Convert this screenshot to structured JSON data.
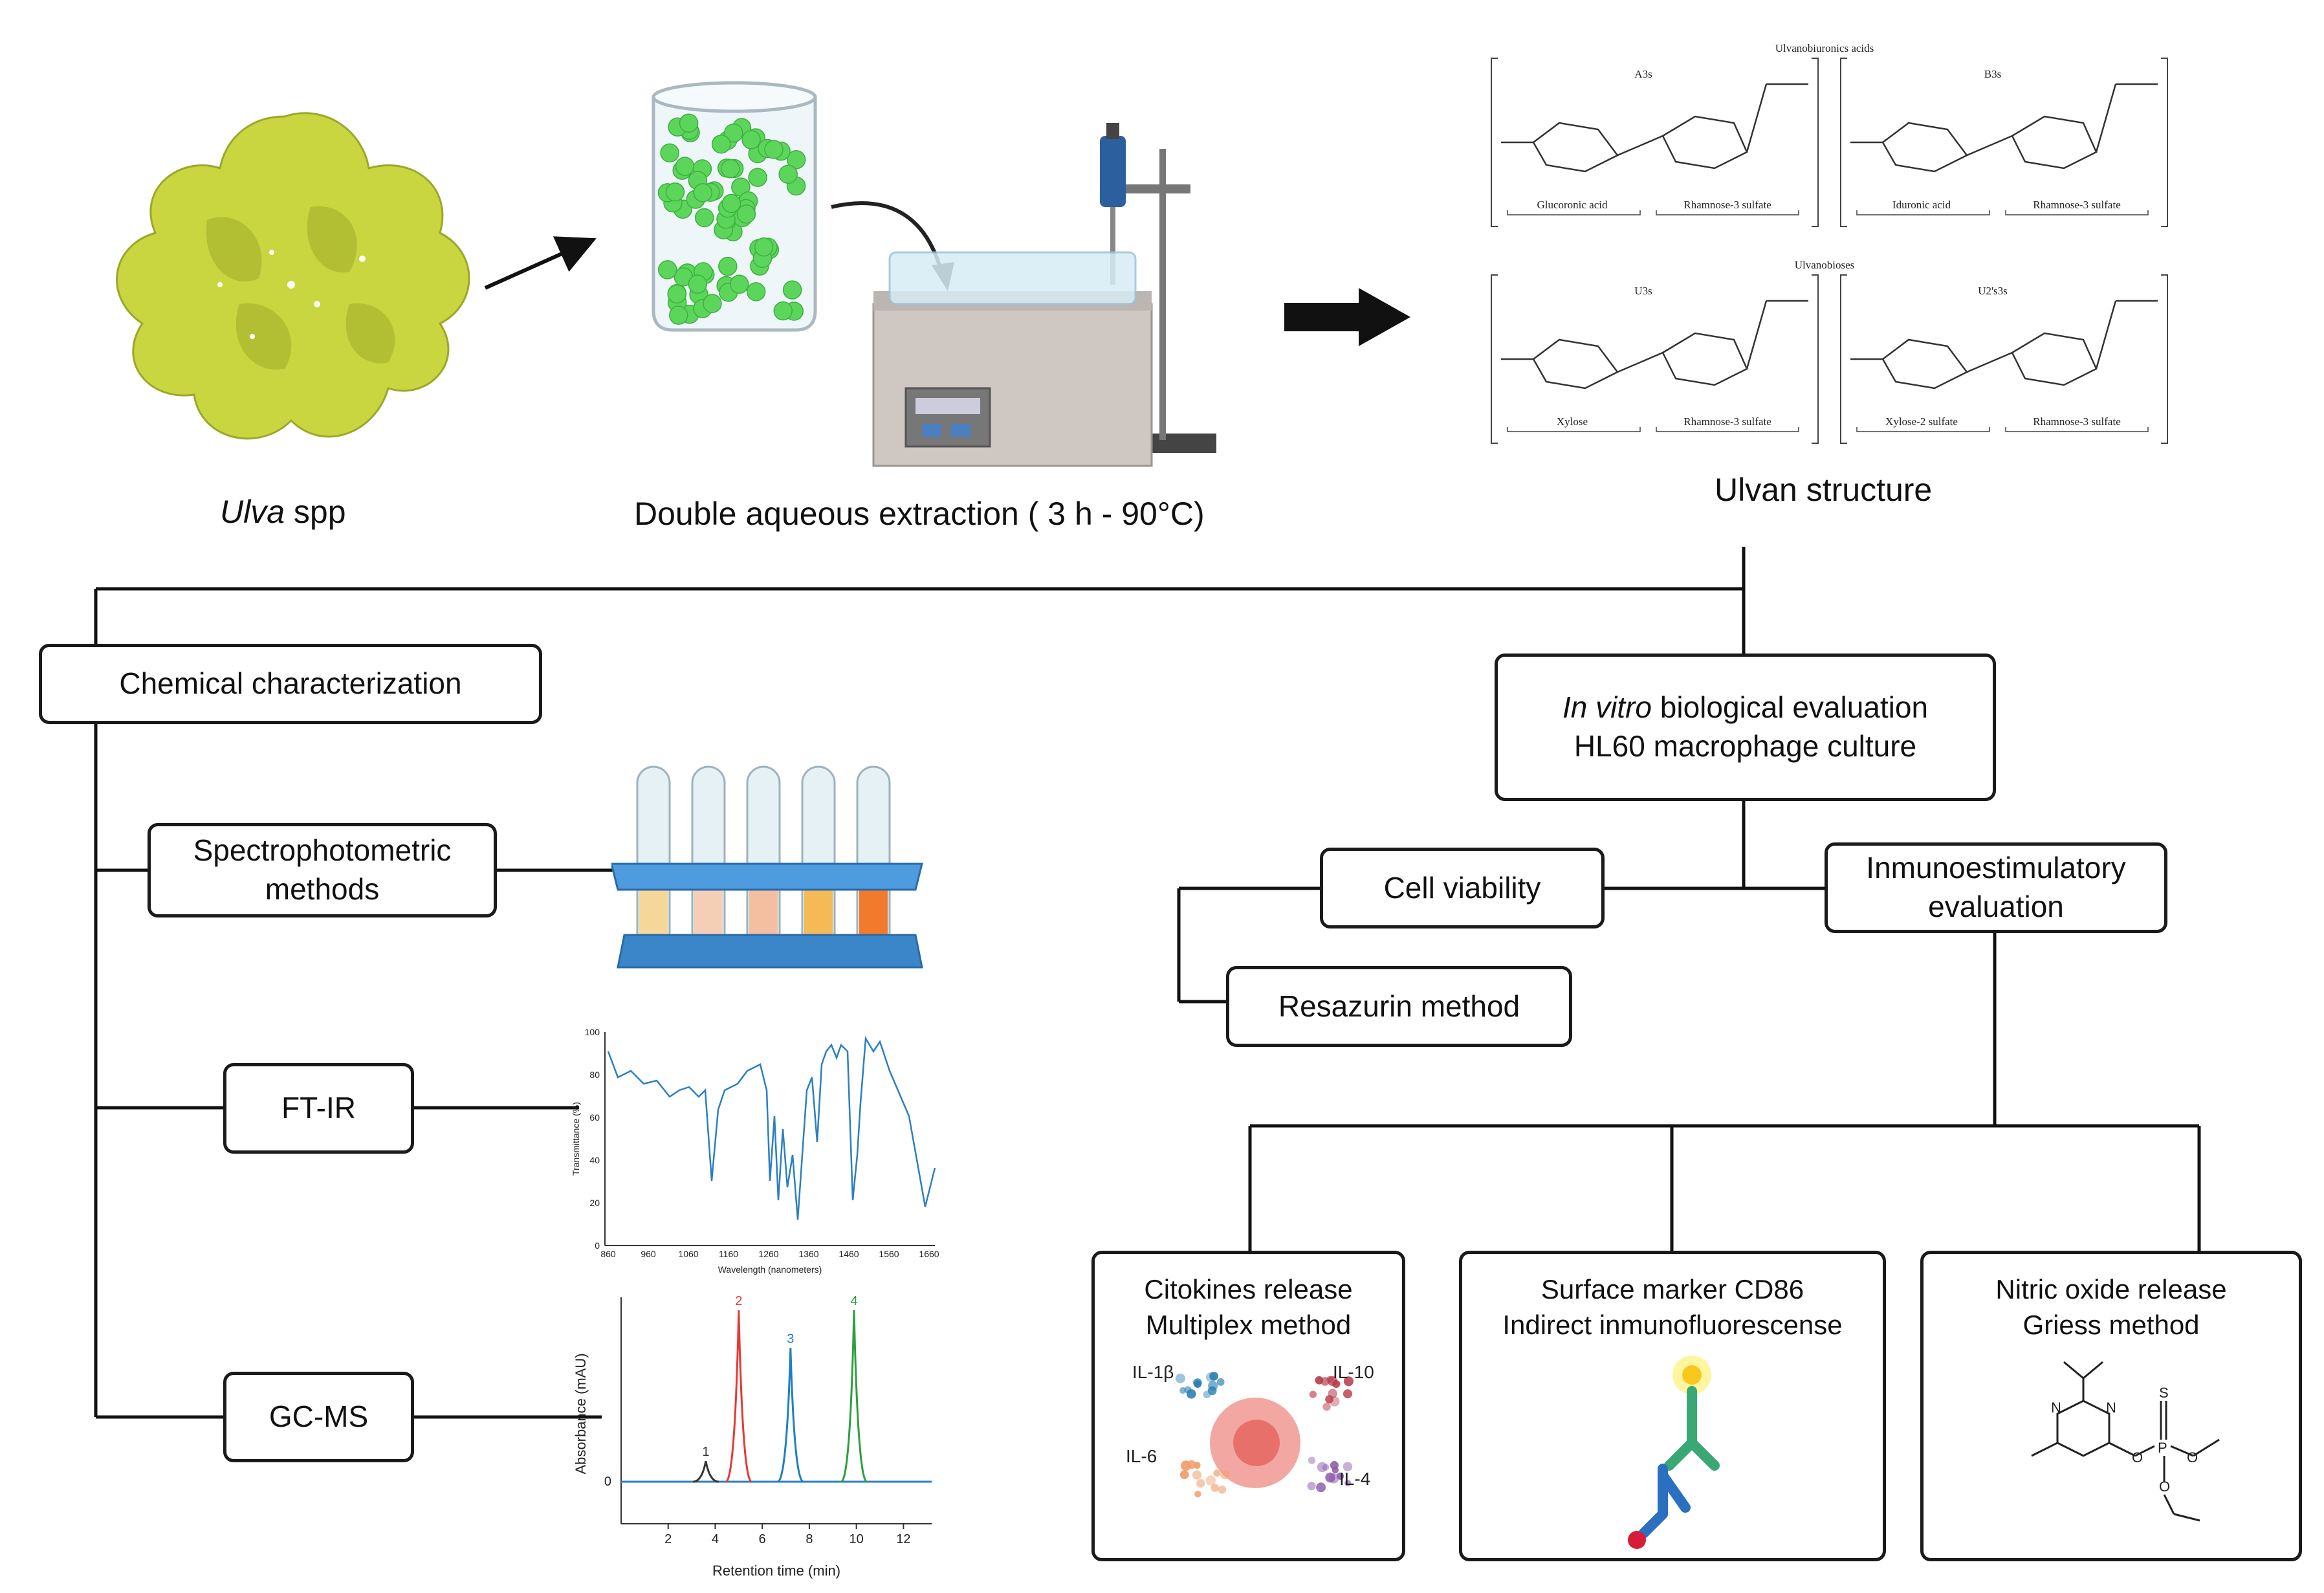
{
  "top": {
    "ulva_caption_italic": "Ulva",
    "ulva_caption_rest": " spp",
    "extraction_caption": "Double aqueous extraction ( 3 h - 90°C)",
    "structure_caption": "Ulvan structure",
    "structure": {
      "group1_title": "Ulvanobiuronics acids",
      "group2_title": "Ulvanobioses",
      "units": [
        {
          "code": "A3s",
          "left": "Glucoronic acid",
          "right": "Rhamnose-3 sulfate"
        },
        {
          "code": "B3s",
          "left": "Iduronic acid",
          "right": "Rhamnose-3 sulfate"
        },
        {
          "code": "U3s",
          "left": "Xylose",
          "right": "Rhamnose-3 sulfate"
        },
        {
          "code": "U2's3s",
          "left": "Xylose-2 sulfate",
          "right": "Rhamnose-3 sulfate"
        }
      ]
    }
  },
  "left": {
    "chem": "Chemical characterization",
    "spectro": "Spectrophotometric methods",
    "ftir": "FT-IR",
    "gcms": "GC-MS",
    "ftir_chart": {
      "xlabel": "Wavelength (nanometers)",
      "ylabel": "Transmittance (%)",
      "xticks": [
        "860",
        "960",
        "1060",
        "1160",
        "1260",
        "1360",
        "1460",
        "1560",
        "1660"
      ],
      "yticks": [
        "0",
        "20",
        "40",
        "60",
        "80",
        "100"
      ]
    },
    "gc_chart": {
      "xlabel": "Retention time (min)",
      "ylabel": "Absorbance (mAU)",
      "xticks": [
        "2",
        "4",
        "6",
        "8",
        "10",
        "12"
      ],
      "ytick": "0",
      "peaks": [
        {
          "label": "1",
          "rt": 3.6,
          "height": 0.12,
          "color": "#333333"
        },
        {
          "label": "2",
          "rt": 5.0,
          "height": 1.0,
          "color": "#e53935"
        },
        {
          "label": "3",
          "rt": 7.2,
          "height": 0.78,
          "color": "#1e7fc4"
        },
        {
          "label": "4",
          "rt": 9.9,
          "height": 1.0,
          "color": "#2e9e3e"
        }
      ]
    }
  },
  "right": {
    "invitro_italic": "In vitro",
    "invitro_rest": " biological evaluation",
    "invitro_line2": "HL60 macrophage culture",
    "viability": "Cell viability",
    "immuno": "Inmunoestimulatory evaluation",
    "resazurin": "Resazurin method",
    "cyto_l1": "Citokines release",
    "cyto_l2": "Multiplex method",
    "surf_l1": "Surface marker CD86",
    "surf_l2": "Indirect inmunofluorescense",
    "no_l1": "Nitric oxide release",
    "no_l2": "Griess method",
    "il": [
      "IL-1β",
      "IL-10",
      "IL-6",
      "IL-4"
    ]
  },
  "colors": {
    "ulva": "#c5d43a",
    "bead": "#5bd65b",
    "rack": "#3b86c8"
  }
}
